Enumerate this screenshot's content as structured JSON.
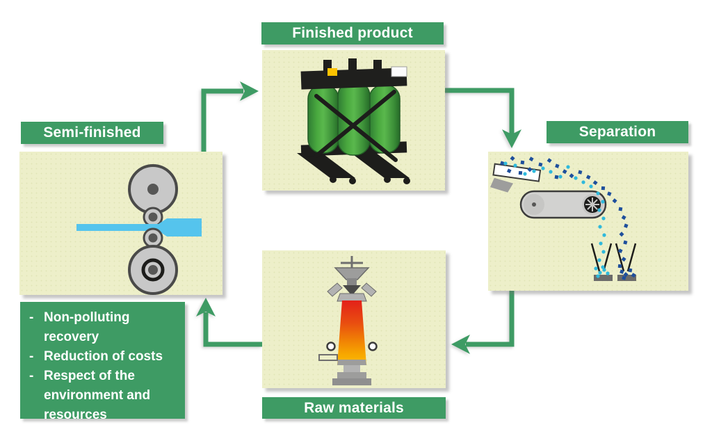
{
  "stages": {
    "finished_product": {
      "label": "Finished product"
    },
    "separation": {
      "label": "Separation"
    },
    "raw_materials": {
      "label": "Raw materials"
    },
    "semi_finished": {
      "label": "Semi-finished"
    }
  },
  "benefits": {
    "bullet": "-",
    "items": [
      "Non-polluting recovery",
      "Reduction of costs",
      "Respect of the environment and resources"
    ]
  },
  "icons": {
    "finished_product": "transformer-icon",
    "separation": "conveyor-separator-icon",
    "raw_materials": "blast-furnace-icon",
    "semi_finished": "rolling-mill-icon"
  },
  "colors": {
    "accent_green": "#3e9b64",
    "panel_cream": "#edefc9",
    "strip_blue": "#55c4ed",
    "particle_dark_blue": "#1e4f9c",
    "particle_light_blue": "#2fb9dc",
    "furnace_red": "#e32119",
    "furnace_orange": "#f07e05",
    "furnace_yellow": "#fbba00",
    "text_white": "#ffffff"
  }
}
